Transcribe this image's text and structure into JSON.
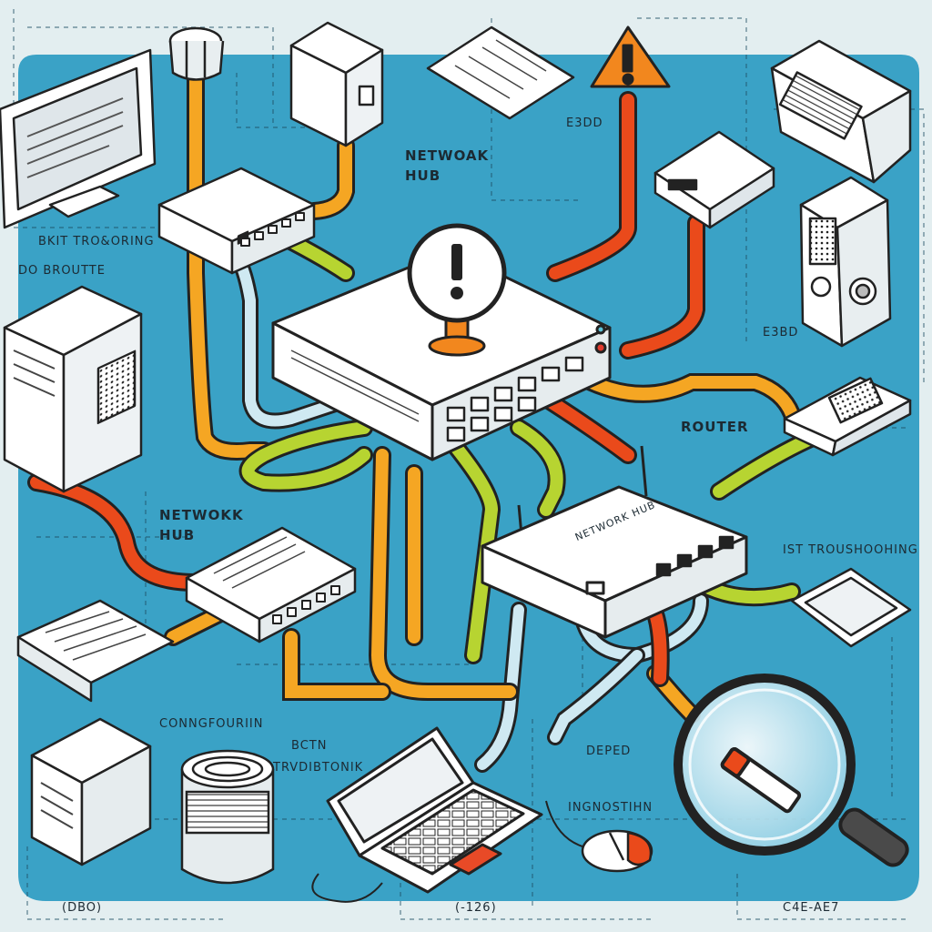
{
  "labels": {
    "network_hub_top": "NETWOAK HUB",
    "bit_troubleshooting": "BKIT TRO&ORING",
    "do_troubleshooting": "DO BROUTTE",
    "network_hub_left": "NETWOKK HUB",
    "router": "ROUTER",
    "hub_faceplate": "NETWORK HUB",
    "ist_troubleshooting": "IST TROUSHOOHING",
    "right_upper_tag": "E3DD",
    "right_mid_tag": "E3BD",
    "configuration": "CONNGFOURIIN",
    "bath": "BCTN",
    "troubleshooting_bottom": "TRVDIBTONIK",
    "dependency": "DEPED",
    "diagnostics": "INGNOSTIHN",
    "footer_left": "(DBO)",
    "footer_mid": "(-126)",
    "footer_right": "C4E-AE7"
  },
  "colors": {
    "background": "#e3eef0",
    "panel": "#3aa2c6",
    "cable_orange": "#f5a623",
    "cable_red": "#ea4a1b",
    "cable_lime": "#b7d431",
    "cable_lightblue": "#cfe9f2",
    "device": "#ffffff",
    "outline": "#222222",
    "warning": "#f2871e"
  },
  "icons": [
    "warning-icon",
    "exclamation-icon",
    "magnifier-icon",
    "mouse-icon",
    "laptop-icon",
    "monitor-icon",
    "server-icon",
    "document-icon"
  ]
}
